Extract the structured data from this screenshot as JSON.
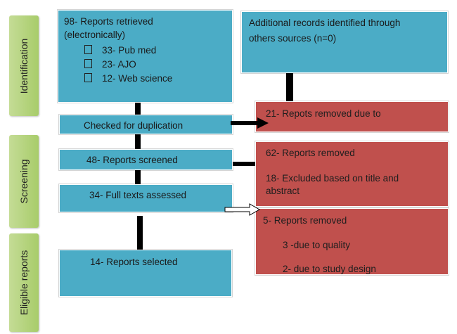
{
  "phases": {
    "identification": "Identification",
    "screening": "Screening",
    "eligible": "Eligible reports"
  },
  "retrieved": {
    "line1": "98- Reports retrieved",
    "line2": "(electronically)",
    "items": [
      "33- Pub med",
      "23- AJO",
      "12- Web science"
    ]
  },
  "additional": {
    "line1": "Additional records identified through",
    "line2": "others sources (n=0)"
  },
  "duplication": "Checked for duplication",
  "removed_dup": "21- Repots removed due to",
  "screened": "48- Reports screened",
  "removed_screen": {
    "line1": "62- Reports removed",
    "line2": "18- Excluded based on title and",
    "line3": "abstract"
  },
  "fulltext": "34- Full texts assessed",
  "removed_full": {
    "line1": "5- Reports removed",
    "line2": "3 -due to quality",
    "line3": "2- due to study design"
  },
  "selected": "14- Reports selected",
  "colors": {
    "phase": "#a8cc6a",
    "process": "#4bacc6",
    "excluded": "#c0504d",
    "arrow": "#000000"
  }
}
